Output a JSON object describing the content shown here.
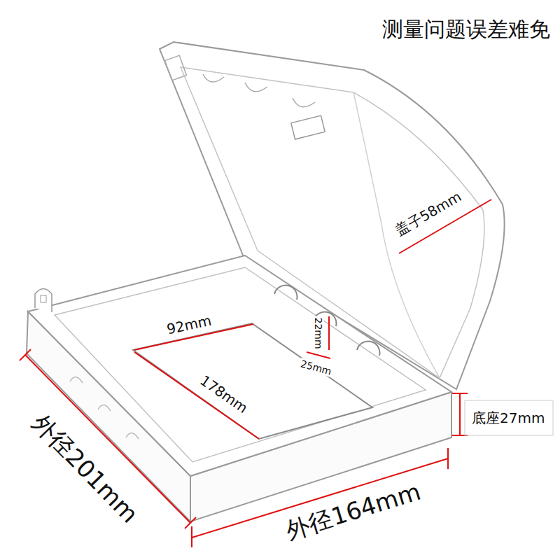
{
  "diagram": {
    "title": "测量问题误差难免",
    "labels": [
      "盖子58mm",
      "92mm",
      "178mm",
      "22mm",
      "25mm",
      "底座27mm",
      "外径201mm",
      "外径164mm"
    ]
  }
}
